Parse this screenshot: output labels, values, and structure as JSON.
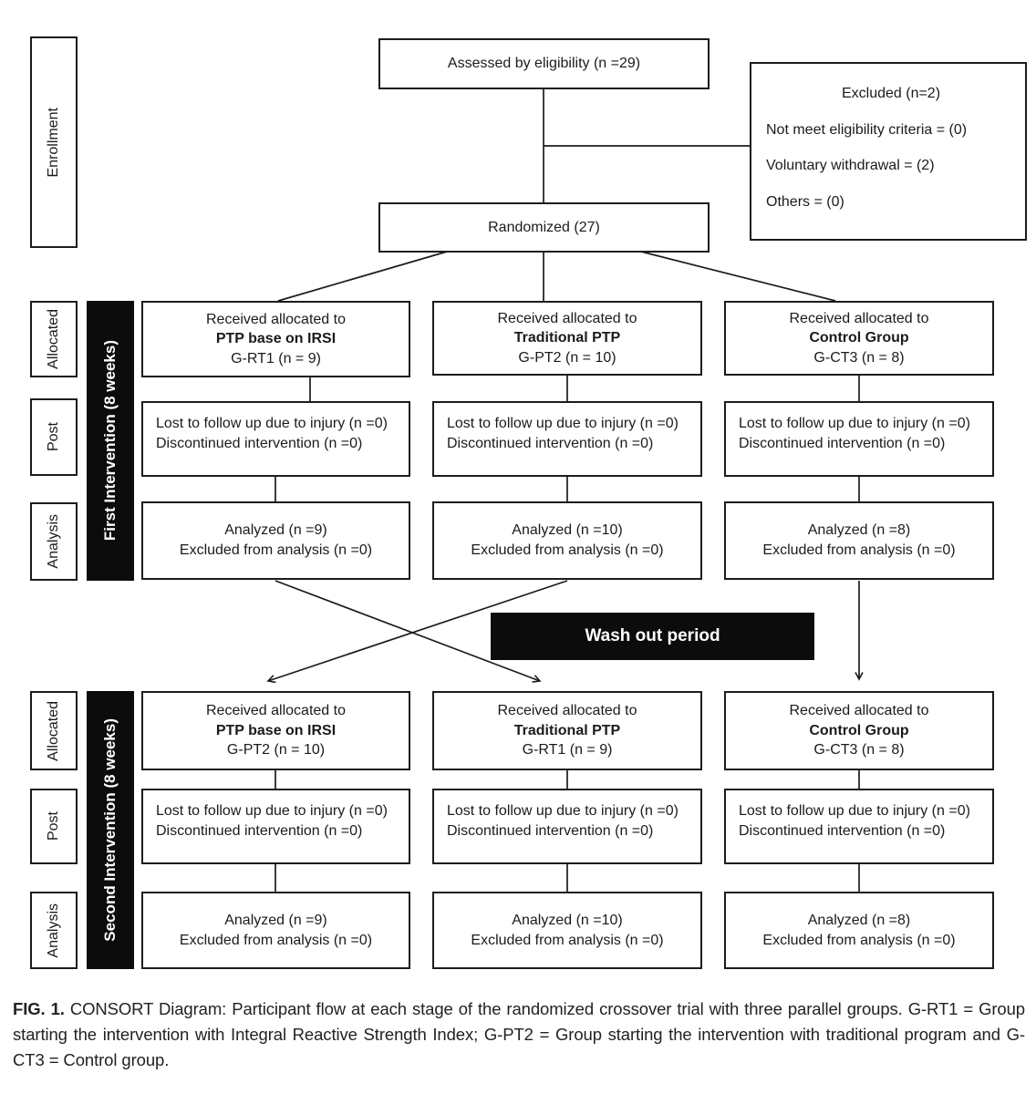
{
  "colors": {
    "box_border": "#1c1c1c",
    "black_fill": "#0c0c0c",
    "text": "#1b1b1b",
    "background": "#ffffff"
  },
  "stage_labels": {
    "enrollment": "Enrollment",
    "allocated": "Allocated",
    "post": "Post",
    "analysis": "Analysis",
    "first_bar": "First Intervention (8 weeks)",
    "second_bar": "Second Intervention (8 weeks)"
  },
  "enrollment": {
    "assessed": "Assessed by eligibility (n =29)",
    "excluded": {
      "title": "Excluded (n=2)",
      "lines": [
        "Not meet eligibility criteria = (0)",
        "Voluntary withdrawal = (2)",
        "Others = (0)"
      ]
    },
    "randomized": "Randomized (27)"
  },
  "washout": "Wash out period",
  "first_intervention": {
    "columns": [
      {
        "allocated_line1": "Received allocated to",
        "allocated_line2": "PTP base on IRSI",
        "allocated_line3": "G-RT1 (n = 9)",
        "post_line1": "Lost to follow up due to injury (n =0)",
        "post_line2": "Discontinued intervention (n =0)",
        "analysis_line1": "Analyzed (n =9)",
        "analysis_line2": "Excluded from analysis (n =0)"
      },
      {
        "allocated_line1": "Received allocated to",
        "allocated_line2": "Traditional PTP",
        "allocated_line3": "G-PT2 (n = 10)",
        "post_line1": "Lost to follow up due to injury (n =0)",
        "post_line2": "Discontinued intervention (n =0)",
        "analysis_line1": "Analyzed (n =10)",
        "analysis_line2": "Excluded from analysis (n =0)"
      },
      {
        "allocated_line1": "Received allocated to",
        "allocated_line2": "Control Group",
        "allocated_line3": "G-CT3 (n = 8)",
        "post_line1": "Lost to follow up due to injury (n =0)",
        "post_line2": "Discontinued intervention (n =0)",
        "analysis_line1": "Analyzed (n =8)",
        "analysis_line2": "Excluded from analysis (n =0)"
      }
    ]
  },
  "second_intervention": {
    "columns": [
      {
        "allocated_line1": "Received allocated to",
        "allocated_line2": "PTP base on IRSI",
        "allocated_line3": "G-PT2 (n = 10)",
        "post_line1": "Lost to follow up due to injury (n =0)",
        "post_line2": "Discontinued intervention (n =0)",
        "analysis_line1": "Analyzed (n =9)",
        "analysis_line2": "Excluded from analysis (n =0)"
      },
      {
        "allocated_line1": "Received allocated to",
        "allocated_line2": "Traditional PTP",
        "allocated_line3": "G-RT1 (n = 9)",
        "post_line1": "Lost to follow up due to injury (n =0)",
        "post_line2": "Discontinued intervention (n =0)",
        "analysis_line1": "Analyzed (n =10)",
        "analysis_line2": "Excluded from analysis (n =0)"
      },
      {
        "allocated_line1": "Received allocated to",
        "allocated_line2": "Control Group",
        "allocated_line3": "G-CT3 (n = 8)",
        "post_line1": "Lost to follow up due to injury (n =0)",
        "post_line2": "Discontinued intervention (n =0)",
        "analysis_line1": "Analyzed (n =8)",
        "analysis_line2": "Excluded from analysis (n =0)"
      }
    ]
  },
  "figure": {
    "caption_prefix": "FIG. 1.",
    "caption_text": "CONSORT Diagram: Participant flow at each stage of the randomized crossover trial with three parallel groups. G-RT1 = Group starting the intervention with Integral Reactive Strength Index; G-PT2 = Group starting the intervention with traditional program and G-CT3 = Control group."
  }
}
